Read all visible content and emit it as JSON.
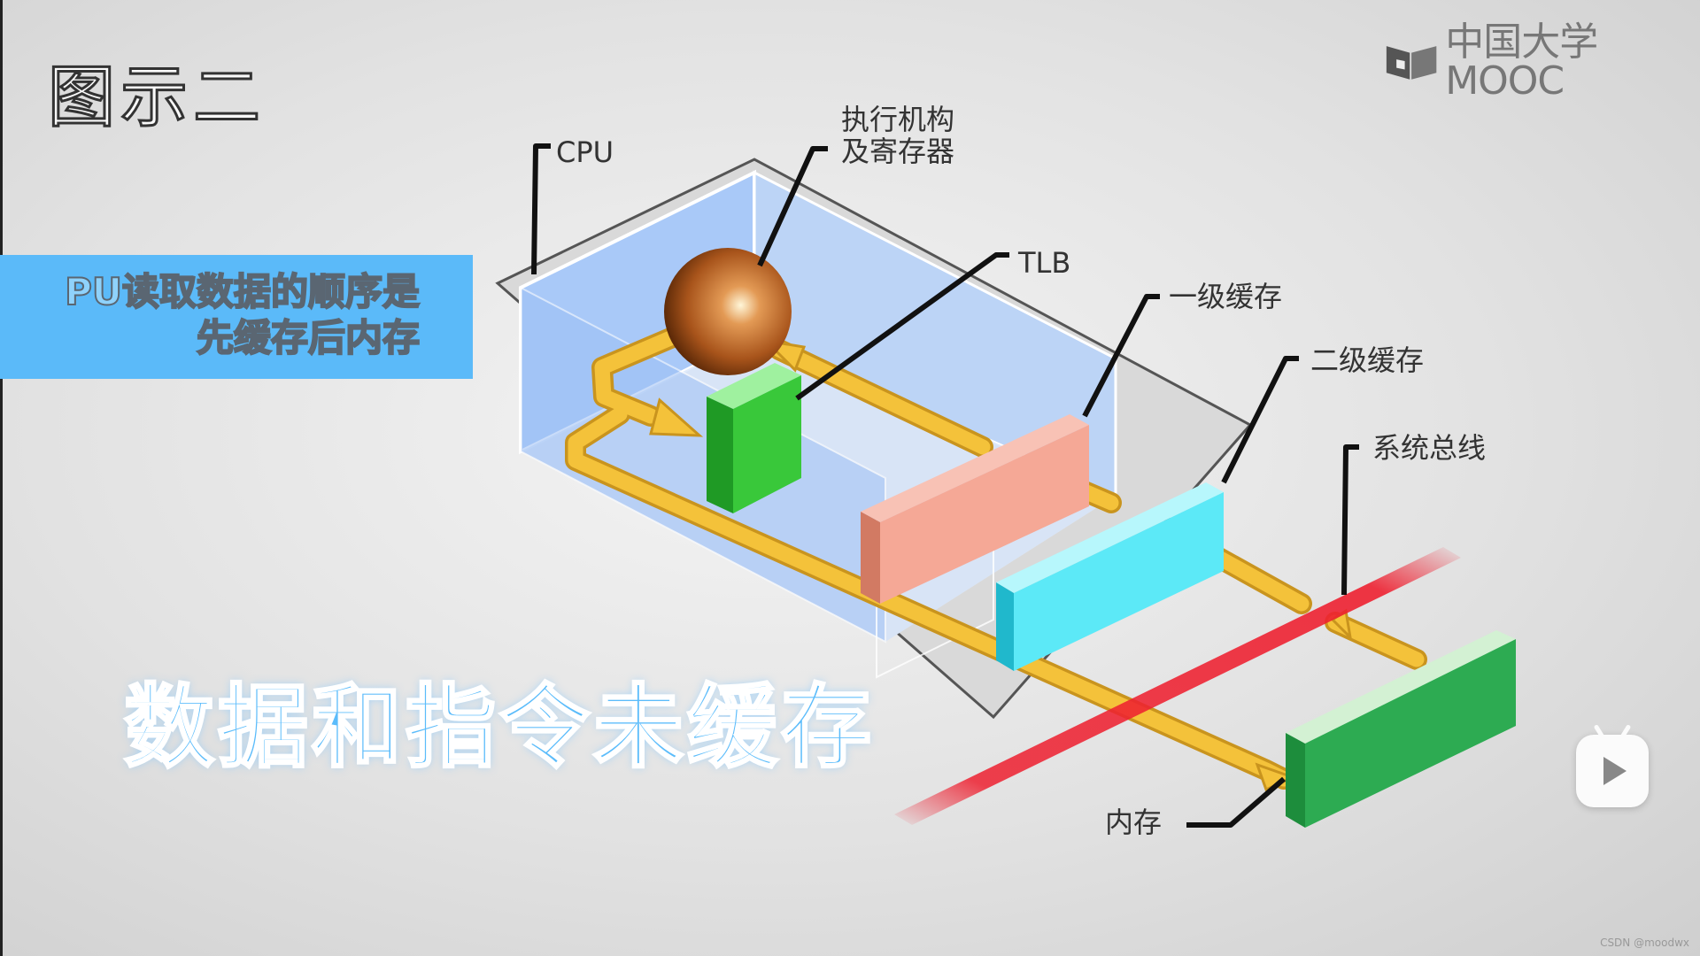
{
  "title": "图示二",
  "brand": {
    "name": "中国大学MOOC",
    "icon": "book-icon"
  },
  "caption": {
    "line1": "PU读取数据的顺序是",
    "line2": "先缓存后内存"
  },
  "subtitle": "数据和指令未缓存",
  "labels": {
    "cpu": "CPU",
    "execution_unit_line1": "执行机构",
    "execution_unit_line2": "及寄存器",
    "tlb": "TLB",
    "l1_cache": "一级缓存",
    "l2_cache": "二级缓存",
    "system_bus": "系统总线",
    "memory": "内存"
  },
  "watermark": "CSDN @moodwx",
  "colors": {
    "caption_bg": "#5bbaf9",
    "subtitle": "#5bbcfb",
    "cpu_box": "#a9c9f8",
    "sphere": "#a8541b",
    "tlb": "#39c83a",
    "l1_cache": "#f5a896",
    "l2_cache": "#5ce9f7",
    "memory": "#2dab52",
    "path": "#f4c23a",
    "bus": "#ee2030"
  },
  "controls": {
    "play_icon": "play-icon"
  }
}
